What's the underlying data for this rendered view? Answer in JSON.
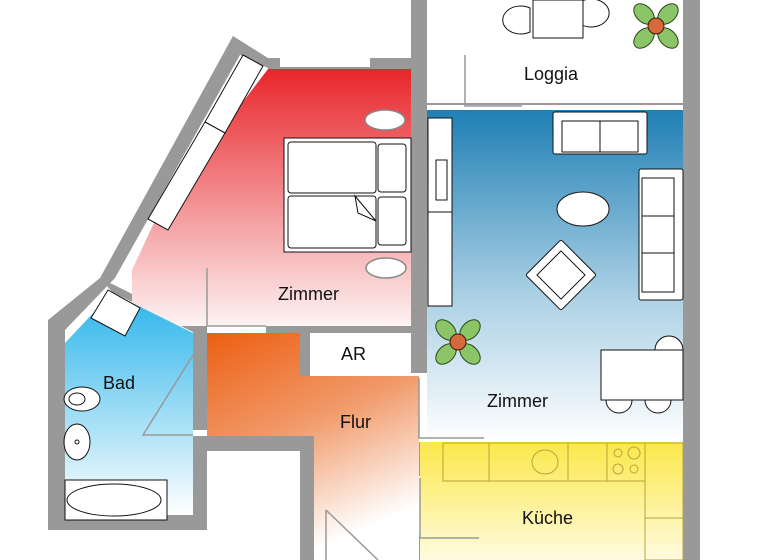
{
  "floorplan": {
    "rooms": [
      {
        "id": "schlafzimmer",
        "label": "Zimmer",
        "color_top": "#e8262b",
        "color_bottom": "#fdf0f0"
      },
      {
        "id": "wohnzimmer",
        "label": "Zimmer",
        "color_top": "#1f7fb4",
        "color_bottom": "#ffffff"
      },
      {
        "id": "loggia",
        "label": "Loggia",
        "color": "#ffffff"
      },
      {
        "id": "bad",
        "label": "Bad",
        "color_top": "#2ab4ea",
        "color_bottom": "#ffffff"
      },
      {
        "id": "abstellraum",
        "label": "AR",
        "color": "#ffffff"
      },
      {
        "id": "flur",
        "label": "Flur",
        "color_top": "#ec5f12",
        "color_bottom": "#ffffff"
      },
      {
        "id": "kueche",
        "label": "Küche",
        "color_top": "#fbe84a",
        "color_bottom": "#ffffff"
      }
    ],
    "wall_color": "#999999",
    "furniture": [
      "double-bed",
      "nightstand-lamp-top",
      "nightstand-lamp-bottom",
      "wardrobe",
      "loggia-table",
      "loggia-chairs",
      "plant-loggia",
      "sofa-top",
      "sofa-right",
      "coffee-table",
      "armchair",
      "tv-cabinet",
      "plant-living",
      "dining-table",
      "dining-chairs",
      "toilet",
      "washbasin",
      "bathtub",
      "bathroom-cabinet",
      "kitchen-counter",
      "kitchen-sink",
      "stove",
      "kitchen-cabinet"
    ]
  }
}
